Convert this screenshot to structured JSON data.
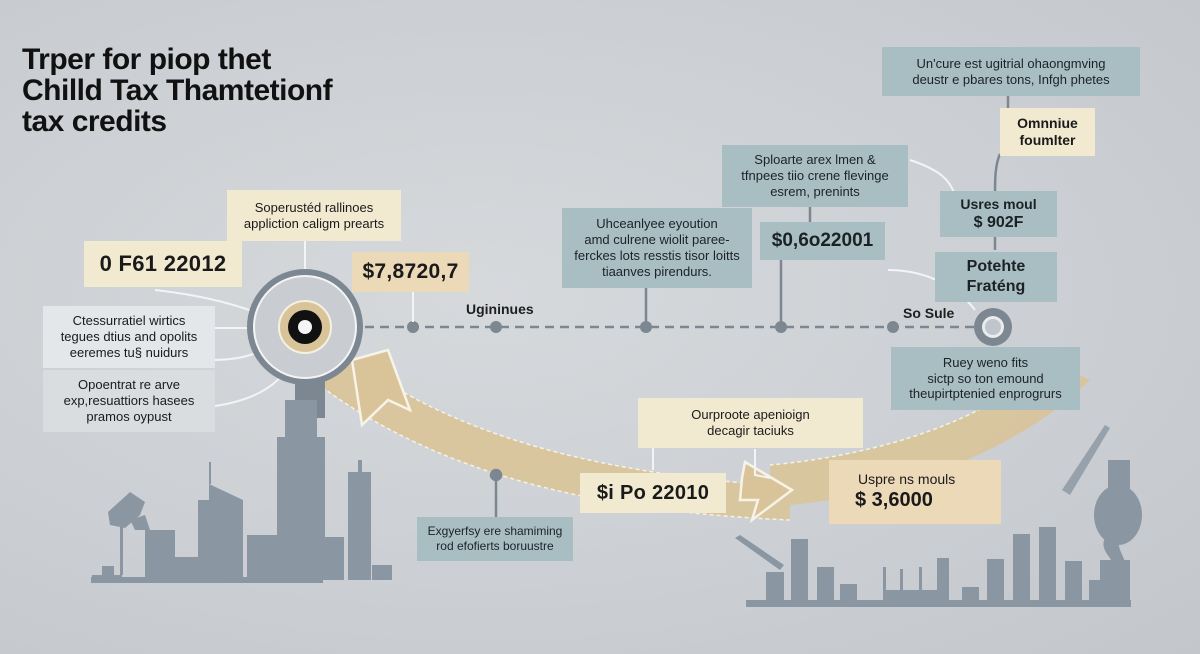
{
  "title": {
    "lines": [
      "Trper for piop thet",
      "Chilld  Tax Thamtetionf",
      "tax credits"
    ]
  },
  "colors": {
    "background": "#cdd1d5",
    "teal_box": "#a9bec3",
    "cream_box": "#f1ead1",
    "tan_box": "#ecd9b8",
    "arrow_band": "#d9c49a",
    "skyline": "#8a96a2",
    "node": "#7d8791"
  },
  "timeline": {
    "labels": {
      "left": "Ugininues",
      "right": "So Sule"
    }
  },
  "boxes": {
    "top_center_callout": [
      "Soperustéd rallinoes",
      "appliction caligm prearts"
    ],
    "left_value": "0 F61 22012",
    "center_value": "$7,8720,7",
    "left_callout_1": [
      "Ctessurratiel wirtics",
      "tegues dtius and opolits",
      "eeremes tu§ nuidurs"
    ],
    "left_callout_2": [
      "Opoentrat re arve",
      "exp,resuattiors hasees",
      "pramos oypust"
    ],
    "mid_callout": [
      "Uhceanlyee eyoution",
      "amd culrene wiolit paree-",
      "ferckes lots resstis tisor loitts",
      "tiaanves pirendurs."
    ],
    "upper_mid_callout": [
      "Sploarte arex lmen &",
      "tfnpees tiio crene flevinge",
      "esrem, prenints"
    ],
    "mid_value": "$0,6o22001",
    "top_right_callout": [
      "Un'cure est ugitrial ohaongmving",
      "deustr e pbares tons, Infgh phetes"
    ],
    "right_cream": [
      "Omnniue",
      "foumlter"
    ],
    "right_value_box": {
      "label": "Usres moul",
      "value": "$ 902F"
    },
    "right_potential": [
      "Potehte",
      "Fraténg"
    ],
    "right_lower_callout": [
      "Ruey weno fits",
      "sictp so ton emound",
      "theupirtptenied enprogrurs"
    ],
    "bottom_cream_callout": [
      "Ourproote apenioign",
      "decagir taciuks"
    ],
    "bottom_value": "$i Po 22010",
    "bottom_right_value_box": {
      "label": "Uspre ns mouls",
      "value": "$ 3,6000"
    },
    "bottom_small_callout": [
      "Exgyerfsy ere shamiming",
      "rod efofierts boruustre"
    ]
  }
}
